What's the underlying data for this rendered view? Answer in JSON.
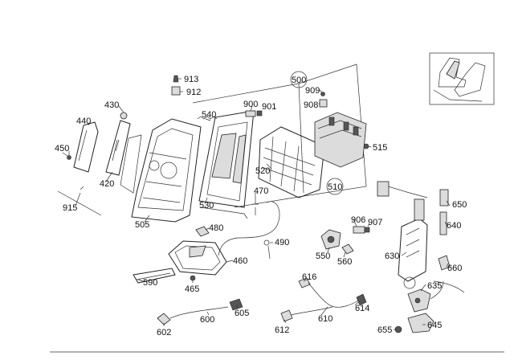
{
  "diagram": {
    "callouts": [
      "913",
      "912",
      "430",
      "440",
      "450",
      "420",
      "915",
      "540",
      "900",
      "901",
      "500",
      "909",
      "908",
      "515",
      "520",
      "530",
      "510",
      "505",
      "470",
      "480",
      "490",
      "460",
      "465",
      "590",
      "906",
      "907",
      "550",
      "560",
      "650",
      "640",
      "630",
      "660",
      "635",
      "616",
      "614",
      "610",
      "612",
      "605",
      "602",
      "600",
      "655",
      "645"
    ],
    "colors": {
      "line": "#222222",
      "background": "#ffffff"
    }
  }
}
